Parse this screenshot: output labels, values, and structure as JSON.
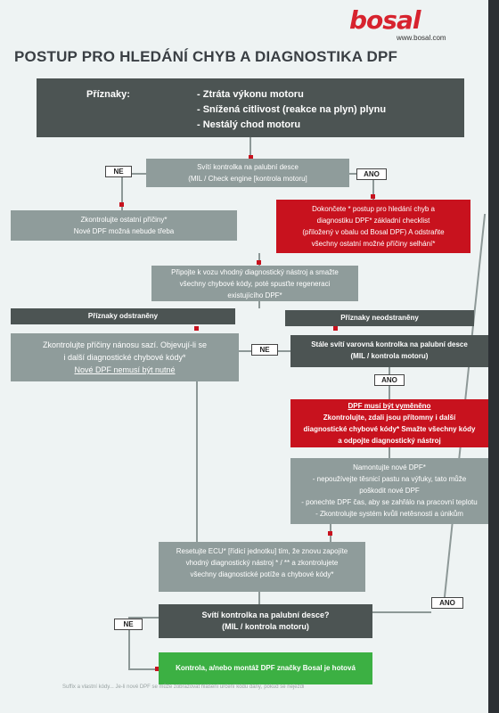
{
  "brand": {
    "logo": "bosal",
    "url": "www.bosal.com"
  },
  "title": "POSTUP PRO HLEDÁNÍ CHYB A DIAGNOSTIKA DPF",
  "symptoms": {
    "label": "Příznaky:",
    "items": [
      "- Ztráta výkonu motoru",
      "- Snížená citlivost (reakce na plyn) plynu",
      "- Nestálý chod motoru"
    ]
  },
  "q1": {
    "line1": "Svítí kontrolka na palubní desce",
    "line2": "(MIL / Check engine [kontrola motoru]"
  },
  "labels": {
    "no": "NE",
    "yes": "ANO"
  },
  "check_other": {
    "line1": "Zkontrolujte ostatní příčiny*",
    "line2": "Nové DPF možná nebude třeba"
  },
  "red1": {
    "line1": "Dokončete * postup pro hledání chyb a",
    "line2": "diagnostiku DPF* základní checklist",
    "line3": "(přiložený v obalu od Bosal DPF) A odstraňte",
    "line4": "všechny ostatní možné příčiny selhání*"
  },
  "connect": {
    "line1": "Připojte k vozu vhodný diagnostický nástroj a smažte",
    "line2": "všechny chybové kódy, poté spusťte regeneraci",
    "line3": "existujícího DPF*"
  },
  "resolved": "Příznaky odstraněny",
  "unresolved": "Příznaky neodstraněny",
  "soot": {
    "line1": "Zkontrolujte příčiny nánosu sazí. Objevují-li se",
    "line2": "i další diagnostické chybové kódy*",
    "line3": "Nové DPF nemusí být nutné"
  },
  "still_on": {
    "line1": "Stále svítí varovná kontrolka na palubní desce",
    "line2": "(MIL / kontrola motoru)"
  },
  "red2": {
    "line1": "DPF musí být vyměněno",
    "line2": "Zkontrolujte, zdali jsou přítomny i další",
    "line3": "diagnostické chybové kódy* Smažte všechny kódy",
    "line4": "a odpojte diagnostický nástroj"
  },
  "mount": {
    "line1": "Namontujte nové DPF*",
    "line2": "- nepoužívejte těsnicí pastu na výfuky, tato může",
    "line3": "poškodit nové DPF",
    "line4": "- ponechte DPF čas, aby se zahřálo na pracovní teplotu",
    "line5": "- Zkontrolujte systém kvůli netěsnosti a únikům"
  },
  "reset": {
    "line1": "Resetujte ECU* [řídicí jednotku] tím, že znovu zapojíte",
    "line2": "vhodný diagnostický nástroj * / ** a zkontrolujete",
    "line3": "všechny diagnostické potíže a chybové kódy*"
  },
  "q2": {
    "line1": "Svítí kontrolka na palubní desce?",
    "line2": "(MIL / kontrola motoru)"
  },
  "done": "Kontrola, a/nebo montáž DPF značky Bosal je hotová",
  "footer": "Suffix a vlastní kódy... Je-li nové DPF se může zobrazovat hlášení určení kódu daný, pokud se nejezdí"
}
